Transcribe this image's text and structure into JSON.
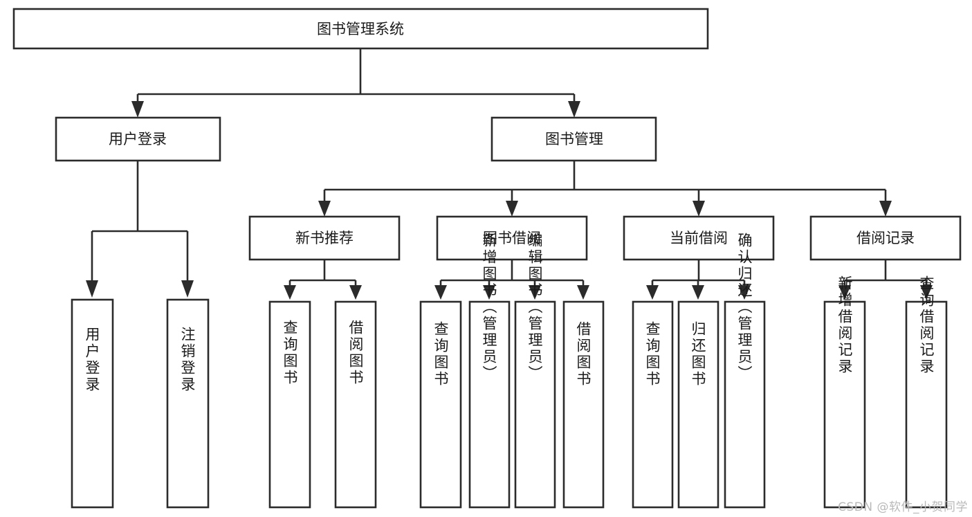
{
  "diagram": {
    "type": "tree-hierarchy",
    "title": "图书管理系统",
    "orientation": "top-down",
    "colors": {
      "box_stroke": "#2b2b2b",
      "box_fill": "#ffffff",
      "connector": "#2b2b2b",
      "text": "#1a1a1a",
      "watermark": "#b9b9b9",
      "background": "#ffffff"
    },
    "root": {
      "id": "root",
      "label": "图书管理系统"
    },
    "level2": [
      {
        "id": "user-login",
        "label": "用户登录"
      },
      {
        "id": "book-manage",
        "label": "图书管理"
      }
    ],
    "level3": [
      {
        "id": "new-book-recommend",
        "label": "新书推荐",
        "parent": "book-manage"
      },
      {
        "id": "book-borrow",
        "label": "图书借阅",
        "parent": "book-manage"
      },
      {
        "id": "current-borrow",
        "label": "当前借阅",
        "parent": "book-manage"
      },
      {
        "id": "borrow-record",
        "label": "借阅记录",
        "parent": "book-manage"
      }
    ],
    "leaves": {
      "user-login": [
        {
          "id": "leaf-user-login",
          "label": "用户登录"
        },
        {
          "id": "leaf-user-logout",
          "label": "注销登录"
        }
      ],
      "new-book-recommend": [
        {
          "id": "leaf-query-book-1",
          "label": "查询图书"
        },
        {
          "id": "leaf-borrow-book-1",
          "label": "借阅图书"
        }
      ],
      "book-borrow": [
        {
          "id": "leaf-query-book-2",
          "label": "查询图书"
        },
        {
          "id": "leaf-add-book",
          "label": "新增图书（管理员）"
        },
        {
          "id": "leaf-edit-book",
          "label": "编辑图书（管理员）"
        },
        {
          "id": "leaf-borrow-book-2",
          "label": "借阅图书"
        }
      ],
      "current-borrow": [
        {
          "id": "leaf-query-book-3",
          "label": "查询图书"
        },
        {
          "id": "leaf-return-book",
          "label": "归还图书"
        },
        {
          "id": "leaf-confirm-return",
          "label": "确认归还（管理员）"
        }
      ],
      "borrow-record": [
        {
          "id": "leaf-add-record",
          "label": "新增借阅记录"
        },
        {
          "id": "leaf-query-record",
          "label": "查询借阅记录"
        }
      ]
    }
  },
  "watermark": {
    "label": "CSDN @软件_小贺同学"
  }
}
